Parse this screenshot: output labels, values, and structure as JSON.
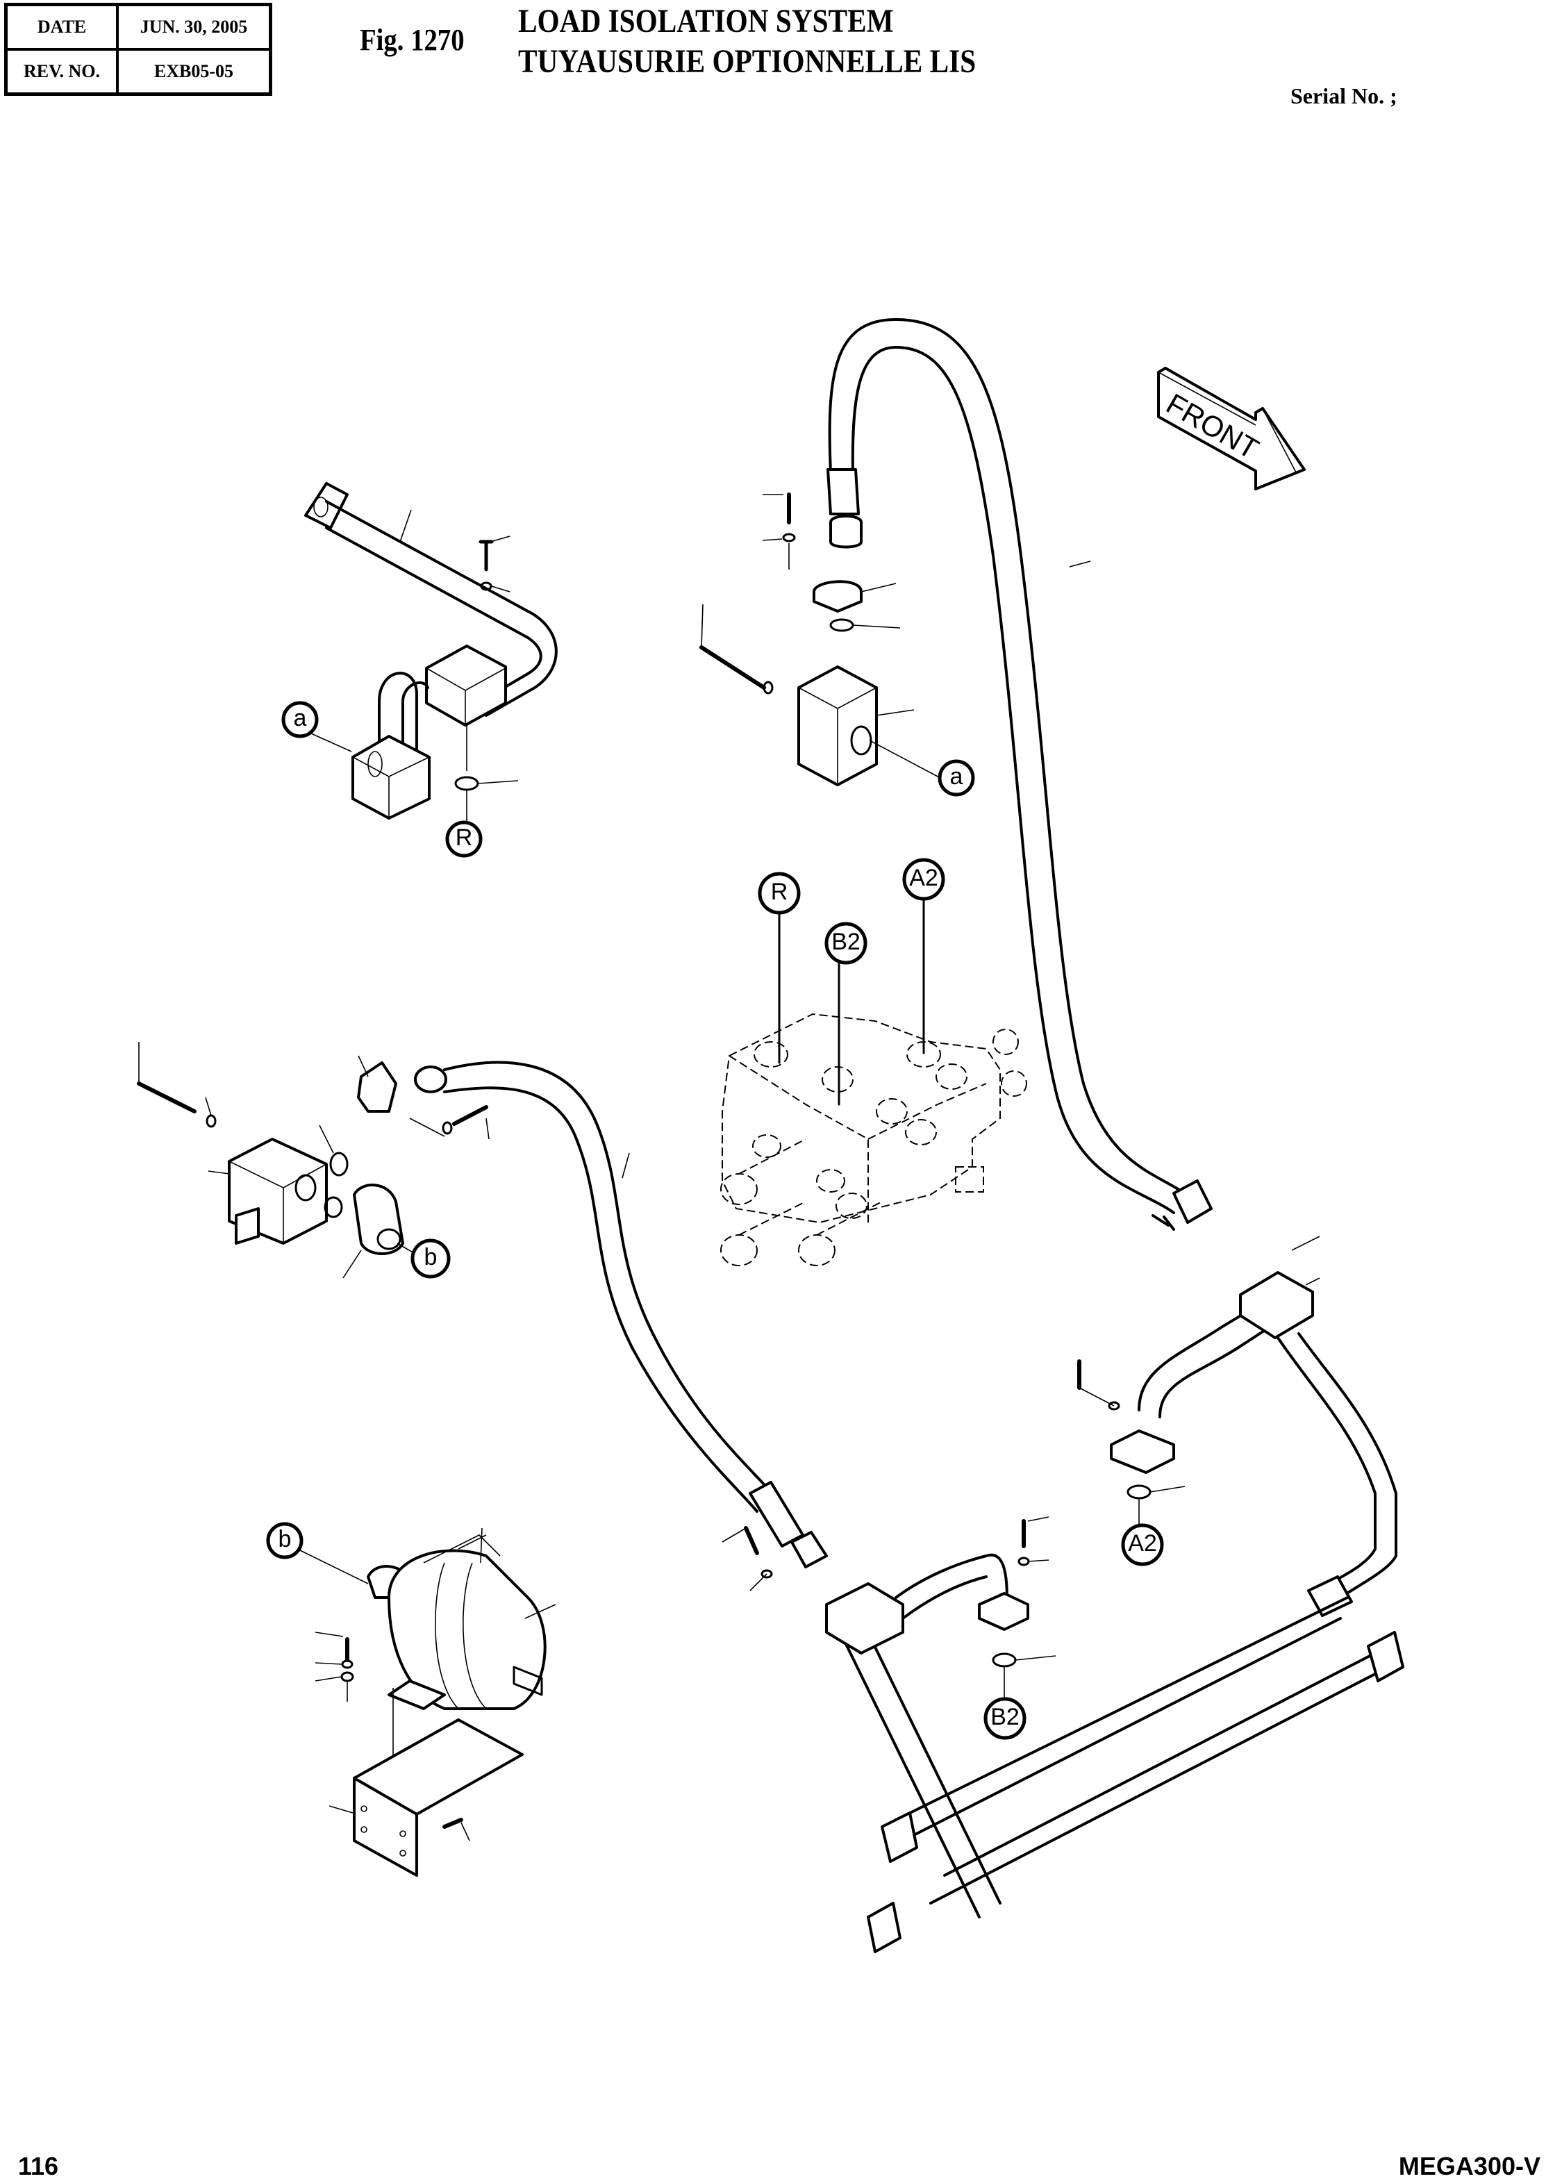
{
  "header": {
    "date_label": "DATE",
    "date_value": "JUN. 30, 2005",
    "rev_label": "REV. NO.",
    "rev_value": "EXB05-05",
    "figure_number": "Fig. 1270",
    "title_en": "LOAD ISOLATION SYSTEM",
    "title_fr": "TUYAUSURIE OPTIONNELLE LIS",
    "serial_label": "Serial No. ;"
  },
  "diagram": {
    "front_arrow_label": "FRONT",
    "callouts": [
      {
        "id": "a-left",
        "label": "a"
      },
      {
        "id": "r-top",
        "label": "R"
      },
      {
        "id": "a-right",
        "label": "a"
      },
      {
        "id": "r-valve",
        "label": "R"
      },
      {
        "id": "b2-valve",
        "label": "B2"
      },
      {
        "id": "a2-valve",
        "label": "A2"
      },
      {
        "id": "b-left",
        "label": "b"
      },
      {
        "id": "b-accumulator",
        "label": "b"
      },
      {
        "id": "a2-bottom",
        "label": "A2"
      },
      {
        "id": "b2-bottom",
        "label": "B2"
      }
    ]
  },
  "footer": {
    "page_number": "116",
    "model": "MEGA300-V"
  }
}
